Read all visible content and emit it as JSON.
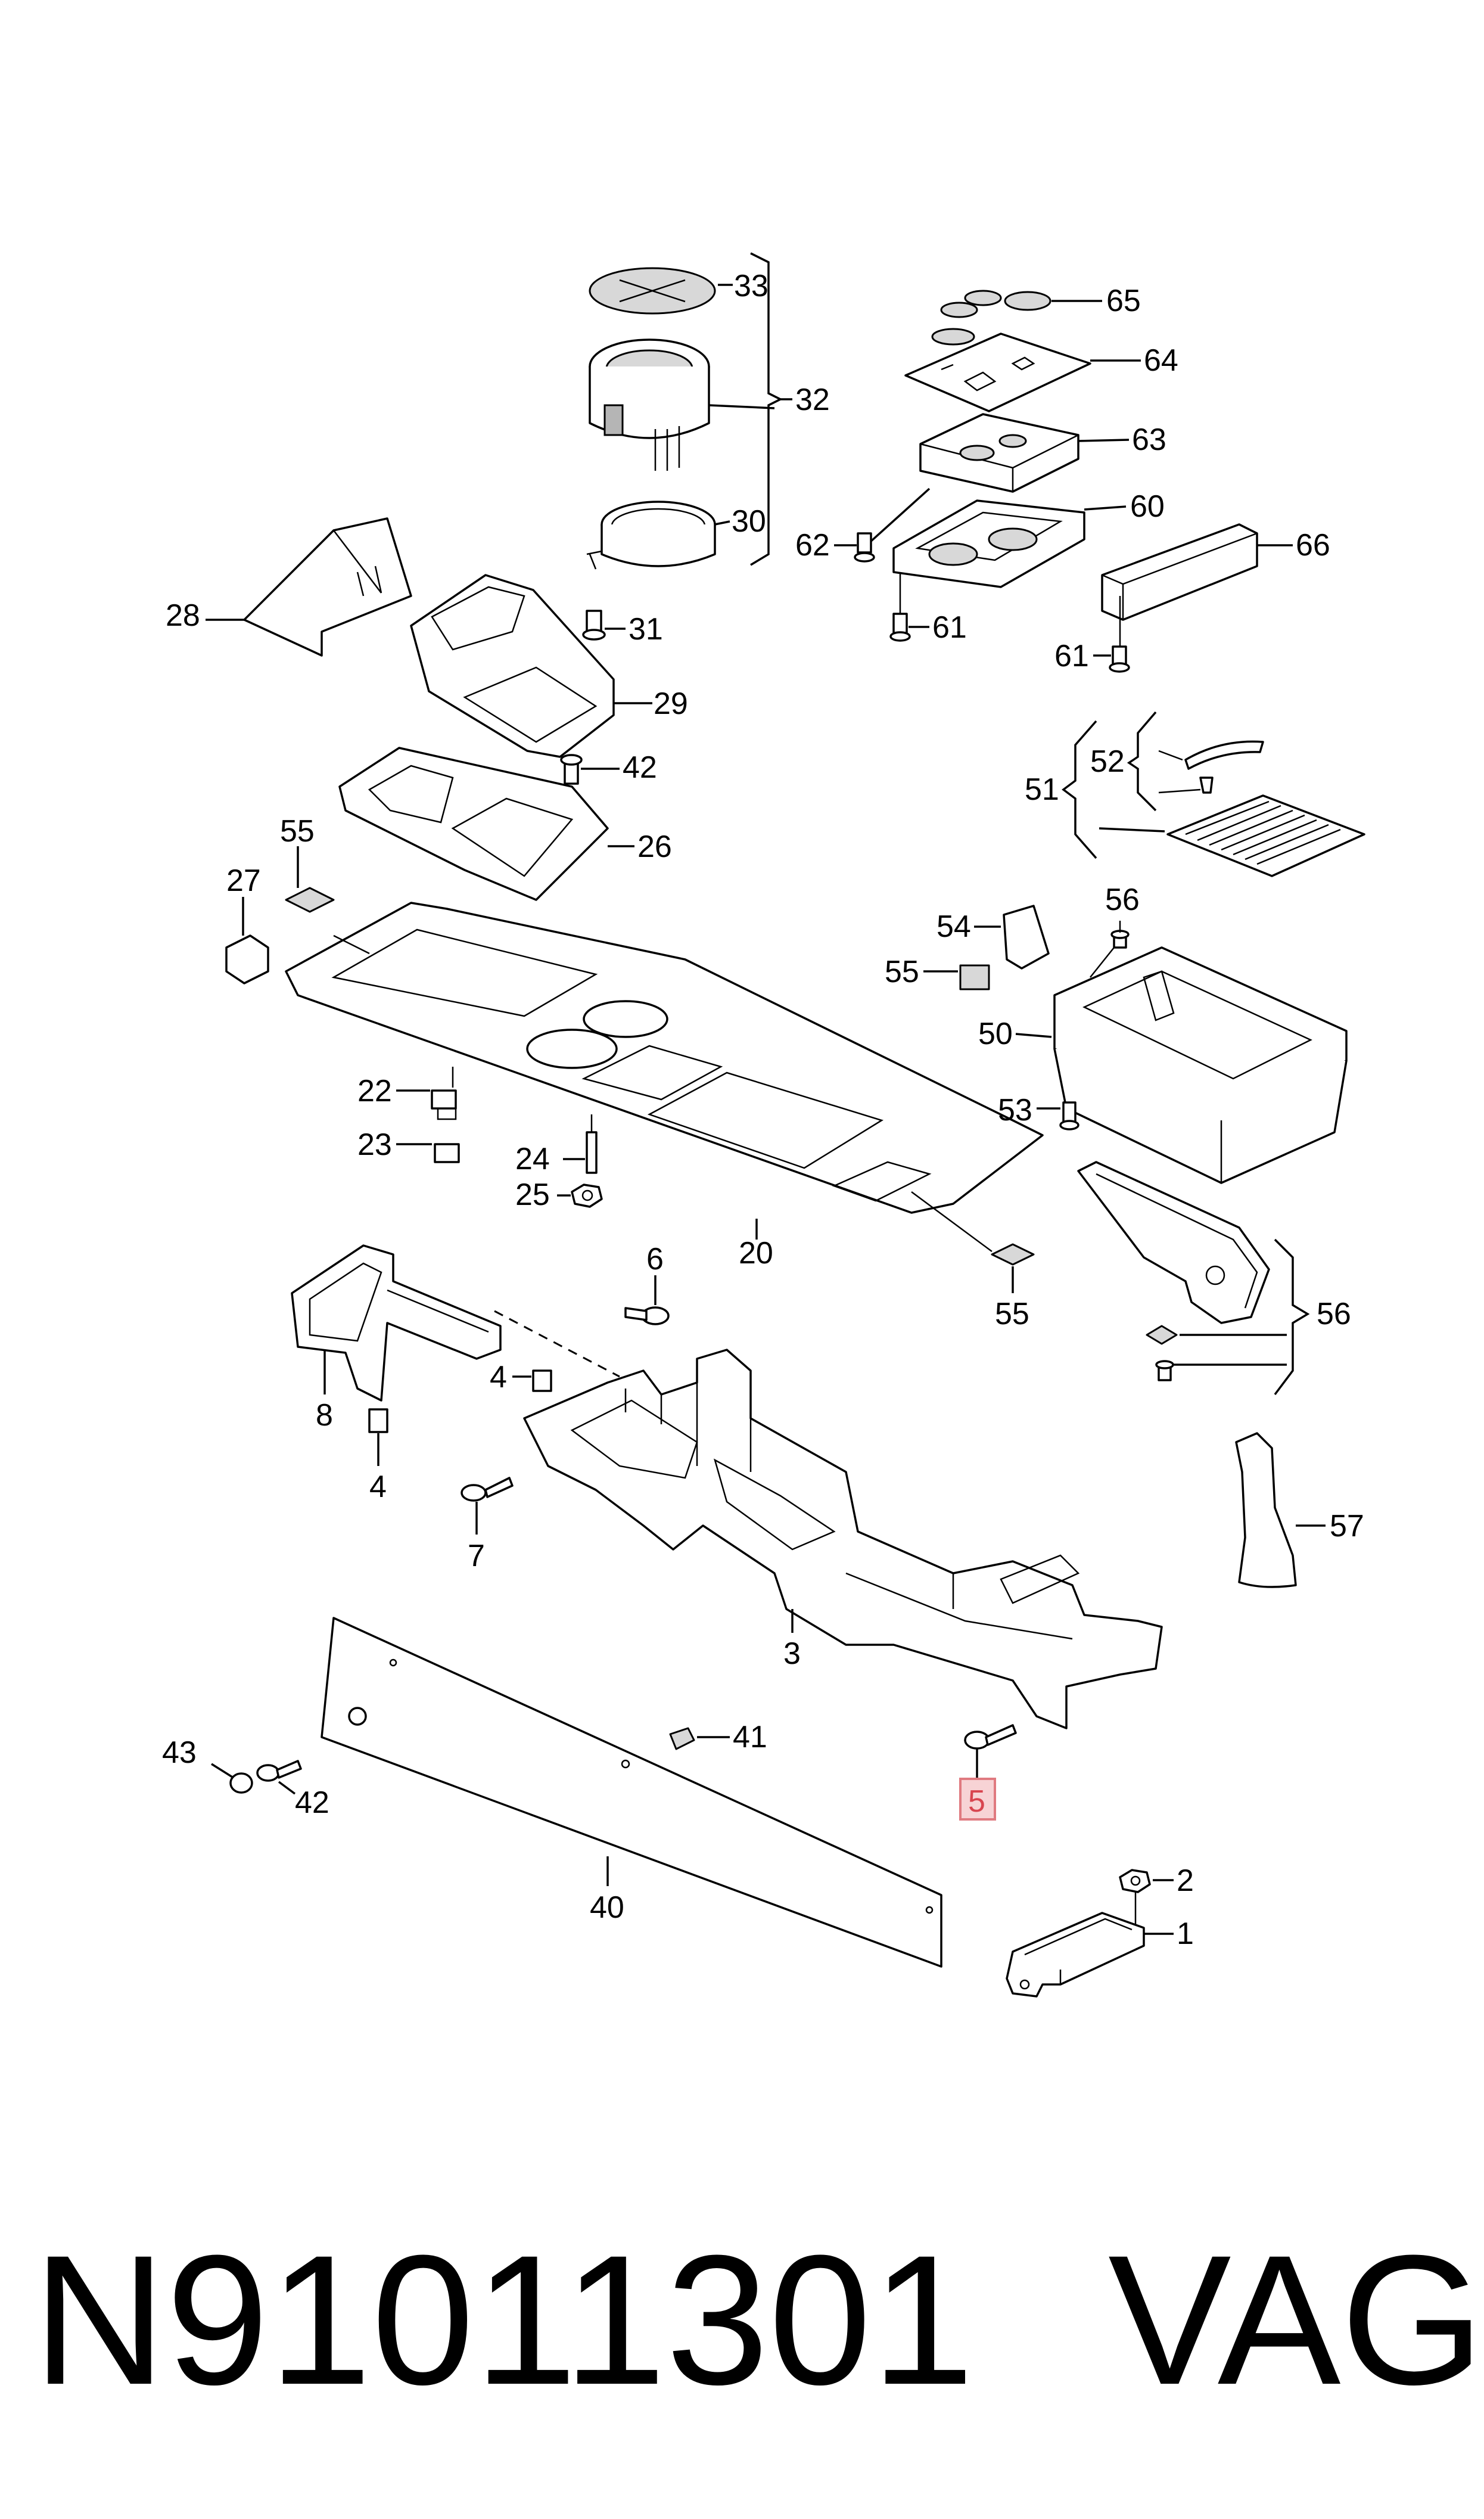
{
  "diagram": {
    "part_labels": {
      "p1": "1",
      "p2": "2",
      "p3": "3",
      "p4a": "4",
      "p4b": "4",
      "p5": "5",
      "p6": "6",
      "p7": "7",
      "p8": "8",
      "p20": "20",
      "p22": "22",
      "p23": "23",
      "p24": "24",
      "p25": "25",
      "p26": "26",
      "p27": "27",
      "p28": "28",
      "p29": "29",
      "p30": "30",
      "p31": "31",
      "p32": "32",
      "p33": "33",
      "p40": "40",
      "p41": "41",
      "p42a": "42",
      "p42b": "42",
      "p43": "43",
      "p50": "50",
      "p51": "51",
      "p52": "52",
      "p53": "53",
      "p54": "54",
      "p55a": "55",
      "p55b": "55",
      "p55c": "55",
      "p56a": "56",
      "p56b": "56",
      "p57": "57",
      "p60": "60",
      "p61a": "61",
      "p61b": "61",
      "p62": "62",
      "p63": "63",
      "p64": "64",
      "p65": "65",
      "p66": "66"
    },
    "highlighted_part": "5",
    "highlight_color": "#f7d3d5",
    "highlight_text_color": "#d8454f"
  },
  "footer": {
    "part_number": "N91011301",
    "brand": "VAG"
  }
}
